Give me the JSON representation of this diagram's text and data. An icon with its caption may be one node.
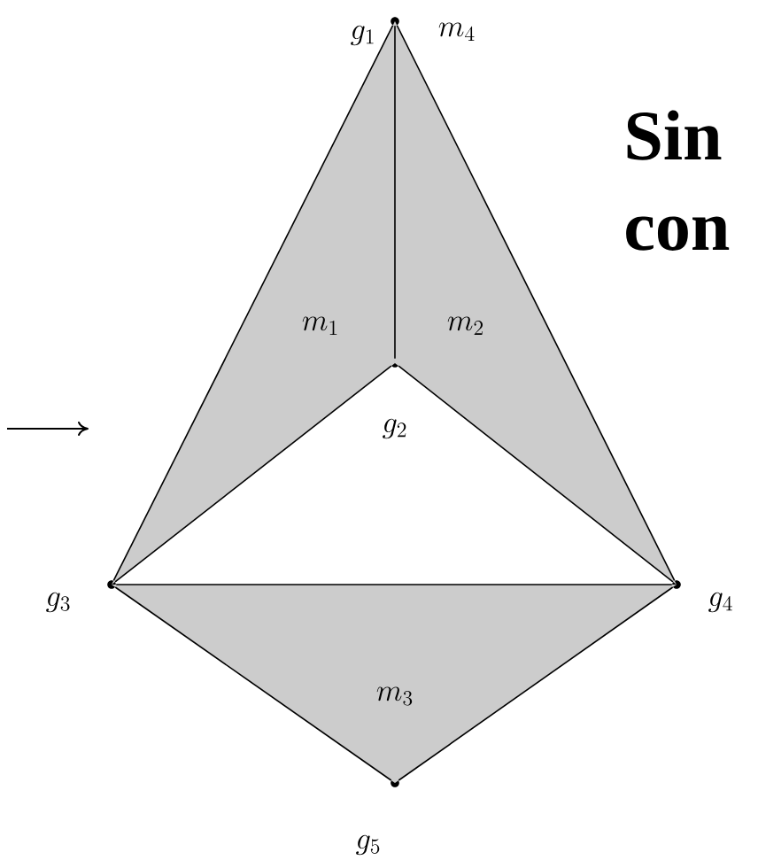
{
  "diagram": {
    "nodes": [
      {
        "text": [],
        "shape": "circle"
      },
      {
        "text": [],
        "shape": "circle"
      },
      {
        "text": [],
        "shape": "circle"
      },
      {
        "text": [],
        "shape": "circle"
      },
      {
        "text": [],
        "shape": "circle"
      },
      {
        "text": [
          "m_1"
        ]
      },
      {
        "text": [
          "m_2"
        ]
      },
      {
        "text": [
          "m_3"
        ]
      }
    ],
    "edges": [
      {
        "from": 0,
        "to": 1,
        "arrow": "none"
      },
      {
        "from": 0,
        "to": 2,
        "arrow": "none"
      },
      {
        "from": 0,
        "to": 3,
        "arrow": "none"
      },
      {
        "from": 1,
        "to": 2,
        "arrow": "none"
      },
      {
        "from": 1,
        "to": 3,
        "arrow": "none"
      },
      {
        "from": 2,
        "to": 3,
        "arrow": "none"
      },
      {
        "from": 2,
        "to": 4,
        "arrow": "none"
      },
      {
        "from": 3,
        "to": 4,
        "arrow": "none"
      }
    ],
    "labels": [
      "g_1",
      "m_4",
      "Sin",
      "con",
      "g_2",
      "g_3",
      "g_4",
      "g_5"
    ]
  }
}
